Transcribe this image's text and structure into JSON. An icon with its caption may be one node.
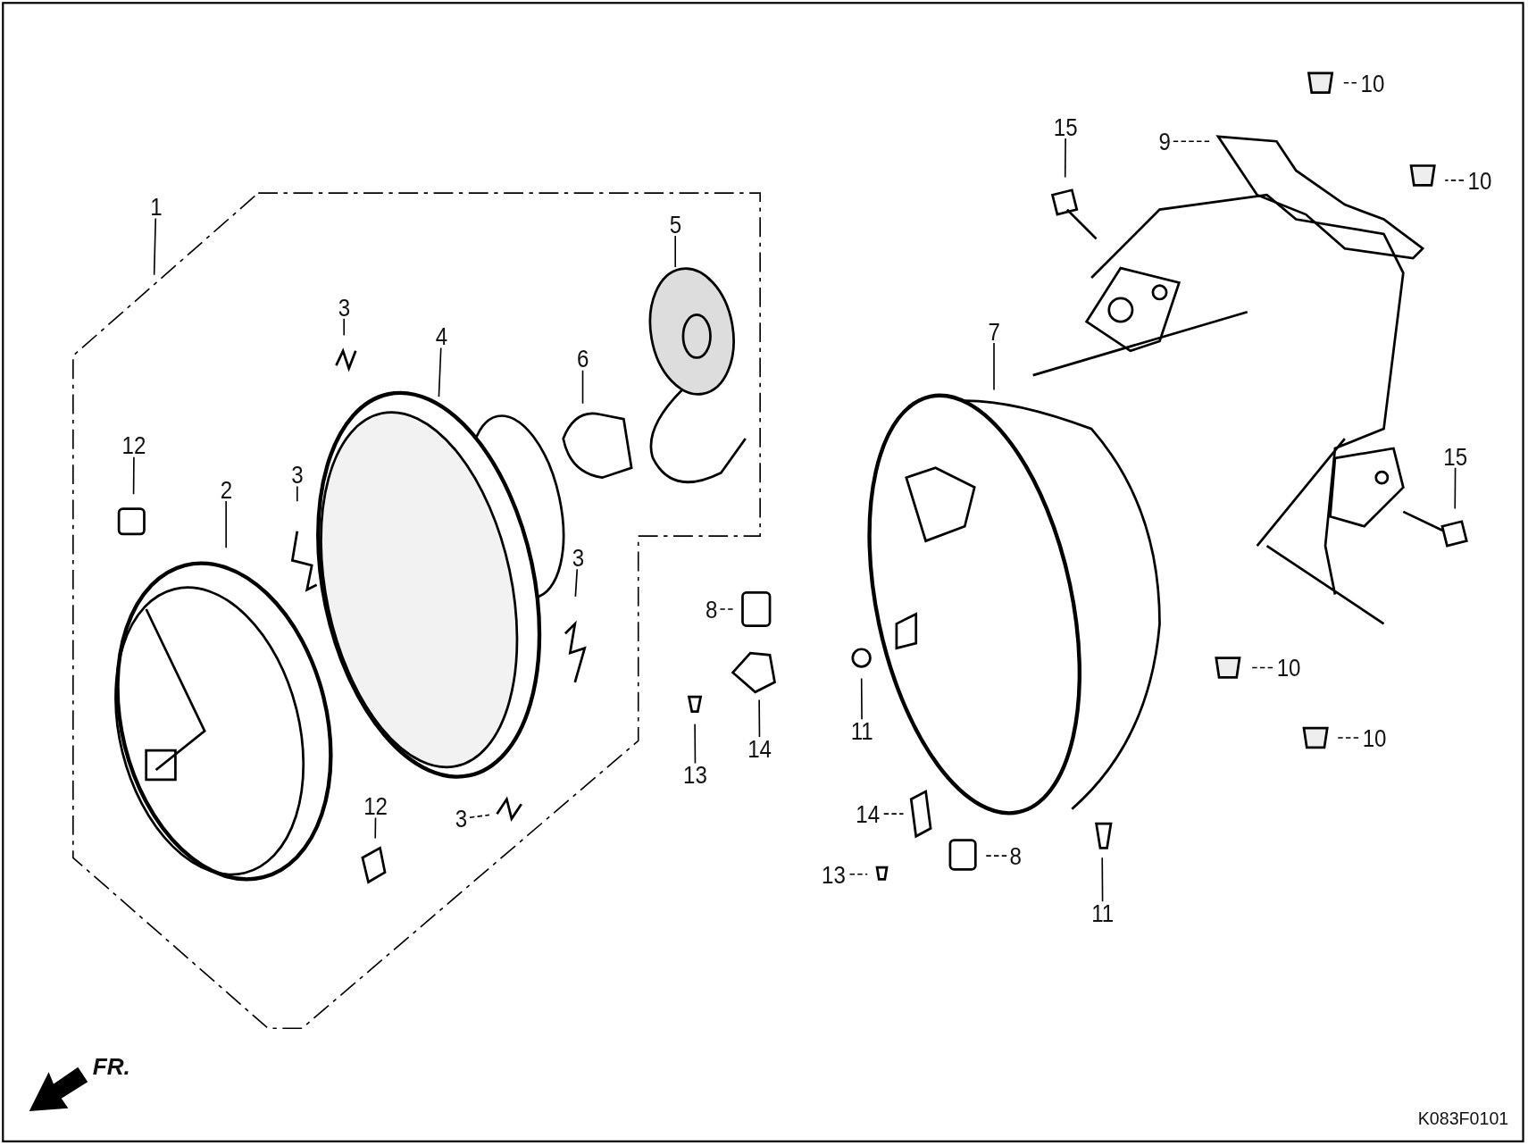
{
  "diagram": {
    "nodes": [
      {
        "text": [
          "10"
        ]
      },
      {
        "text": [
          "9"
        ]
      },
      {
        "text": [
          "15"
        ]
      },
      {
        "text": [
          "10"
        ]
      },
      {
        "text": [
          "1"
        ]
      },
      {
        "text": [
          "5"
        ]
      },
      {
        "text": [
          "3"
        ]
      },
      {
        "text": [
          "4"
        ]
      },
      {
        "text": [
          "7"
        ]
      },
      {
        "text": [
          "6"
        ]
      },
      {
        "text": [
          "12"
        ]
      },
      {
        "text": [
          "15"
        ]
      },
      {
        "text": [
          "2"
        ]
      },
      {
        "text": [
          "3"
        ]
      },
      {
        "text": [
          "3"
        ]
      },
      {
        "text": [
          "8"
        ]
      },
      {
        "text": [
          "10"
        ]
      },
      {
        "text": [
          "11"
        ]
      },
      {
        "text": [
          "14"
        ]
      },
      {
        "text": [
          "10"
        ]
      },
      {
        "text": [
          "13"
        ]
      },
      {
        "text": [
          "12"
        ]
      },
      {
        "text": [
          "3"
        ]
      },
      {
        "text": [
          "14"
        ]
      },
      {
        "text": [
          "8"
        ]
      },
      {
        "text": [
          "13"
        ]
      },
      {
        "text": [
          "11"
        ]
      }
    ],
    "edges": [
      {
        "from": 0,
        "to": null,
        "arrow": "none",
        "style": "dashed"
      },
      {
        "from": 1,
        "to": null,
        "arrow": "none",
        "style": "dashed"
      },
      {
        "from": 2,
        "to": null,
        "arrow": "none"
      },
      {
        "from": 3,
        "to": null,
        "arrow": "none",
        "style": "dashed"
      },
      {
        "from": 4,
        "to": null,
        "arrow": "none"
      },
      {
        "from": 5,
        "to": null,
        "arrow": "none"
      },
      {
        "from": 6,
        "to": null,
        "arrow": "none"
      },
      {
        "from": 7,
        "to": null,
        "arrow": "none"
      },
      {
        "from": 8,
        "to": null,
        "arrow": "none"
      },
      {
        "from": 9,
        "to": null,
        "arrow": "none"
      },
      {
        "from": 10,
        "to": null,
        "arrow": "none"
      },
      {
        "from": 11,
        "to": null,
        "arrow": "none"
      },
      {
        "from": 12,
        "to": null,
        "arrow": "none"
      },
      {
        "from": 13,
        "to": null,
        "arrow": "none"
      },
      {
        "from": 14,
        "to": null,
        "arrow": "none"
      },
      {
        "from": 15,
        "to": null,
        "arrow": "none",
        "style": "dashed"
      },
      {
        "from": 16,
        "to": null,
        "arrow": "none",
        "style": "dashed"
      },
      {
        "from": 17,
        "to": null,
        "arrow": "none"
      },
      {
        "from": 18,
        "to": null,
        "arrow": "none"
      },
      {
        "from": 19,
        "to": null,
        "arrow": "none",
        "style": "dashed"
      },
      {
        "from": 20,
        "to": null,
        "arrow": "none"
      },
      {
        "from": 21,
        "to": null,
        "arrow": "none"
      },
      {
        "from": 22,
        "to": null,
        "arrow": "none",
        "style": "dashed"
      },
      {
        "from": 23,
        "to": null,
        "arrow": "none",
        "style": "dashed"
      },
      {
        "from": 24,
        "to": null,
        "arrow": "none",
        "style": "dashed"
      },
      {
        "from": 25,
        "to": null,
        "arrow": "none",
        "style": "dashed"
      },
      {
        "from": 26,
        "to": null,
        "arrow": "none"
      }
    ],
    "labels": [
      "FR.",
      "K083F0101"
    ]
  }
}
